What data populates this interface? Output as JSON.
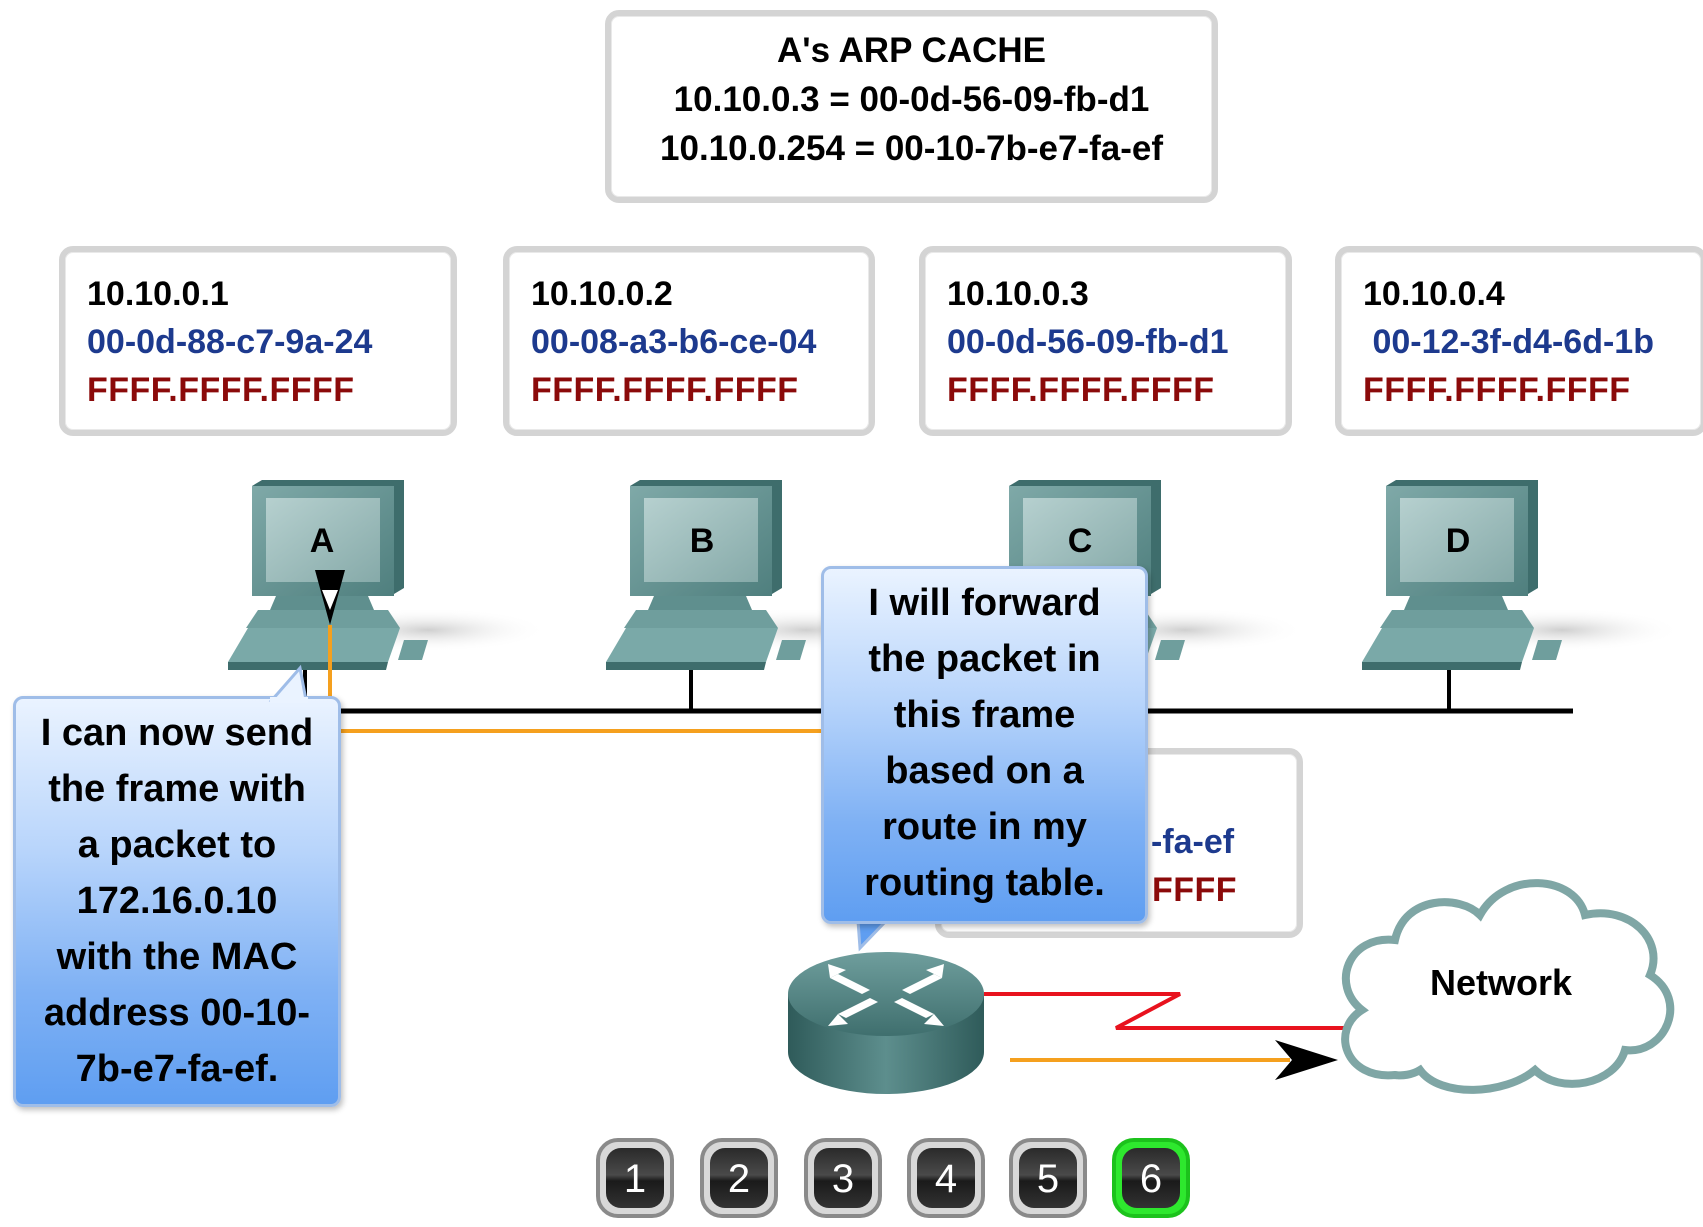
{
  "arp_cache": {
    "title": "A's ARP CACHE",
    "entries": [
      "10.10.0.3 = 00-0d-56-09-fb-d1",
      "10.10.0.254 = 00-10-7b-e7-fa-ef"
    ]
  },
  "hosts": [
    {
      "ip": "10.10.0.1",
      "mac": "00-0d-88-c7-9a-24",
      "broadcast": "FFFF.FFFF.FFFF",
      "letter": "A"
    },
    {
      "ip": "10.10.0.2",
      "mac": "00-08-a3-b6-ce-04",
      "broadcast": "FFFF.FFFF.FFFF",
      "letter": "B"
    },
    {
      "ip": "10.10.0.3",
      "mac": "00-0d-56-09-fb-d1",
      "broadcast": "FFFF.FFFF.FFFF",
      "letter": "C"
    },
    {
      "ip": "10.10.0.4",
      "mac": " 00-12-3f-d4-6d-1b",
      "broadcast": "FFFF.FFFF.FFFF",
      "letter": "D"
    }
  ],
  "router_box": {
    "mac_fragment": "-fa-ef",
    "broadcast_fragment": "FFFF"
  },
  "bubbles": {
    "host_a": [
      "I can now send",
      "the frame with",
      "a packet to",
      "172.16.0.10",
      "with the MAC",
      "address 00-10-",
      "7b-e7-fa-ef."
    ],
    "router": [
      "I will forward",
      "the packet in",
      "this frame",
      "based on a",
      "route in my",
      "routing table."
    ]
  },
  "network_label": "Network",
  "steps": {
    "labels": [
      "1",
      "2",
      "3",
      "4",
      "5",
      "6"
    ],
    "active": "6"
  },
  "colors": {
    "mac": "#1d3a8e",
    "broadcast": "#8b0a0a",
    "frame_path": "#f5a01e",
    "wan_link": "#e8121e",
    "active_step": "#2ee82e"
  }
}
